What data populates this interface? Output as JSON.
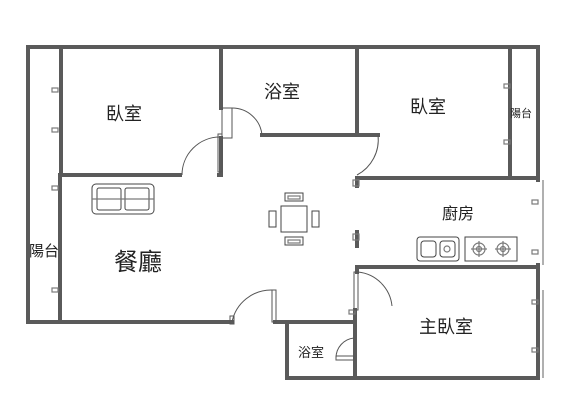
{
  "rooms": {
    "bedroom_left": "臥室",
    "bath_top": "浴室",
    "bedroom_right": "臥室",
    "balcony_right": "陽台",
    "kitchen": "廚房",
    "balcony_left": "陽台",
    "dining_living": "餐廳",
    "bath_small": "浴室",
    "master_bedroom": "主臥室"
  },
  "colors": {
    "wall": "#5a5a5a",
    "line": "#7a7a7a",
    "text": "#222222"
  },
  "icons": [
    "sofa-icon",
    "dining-table-icon",
    "sink-icon",
    "stove-icon",
    "door-swing-icon",
    "window-icon"
  ]
}
